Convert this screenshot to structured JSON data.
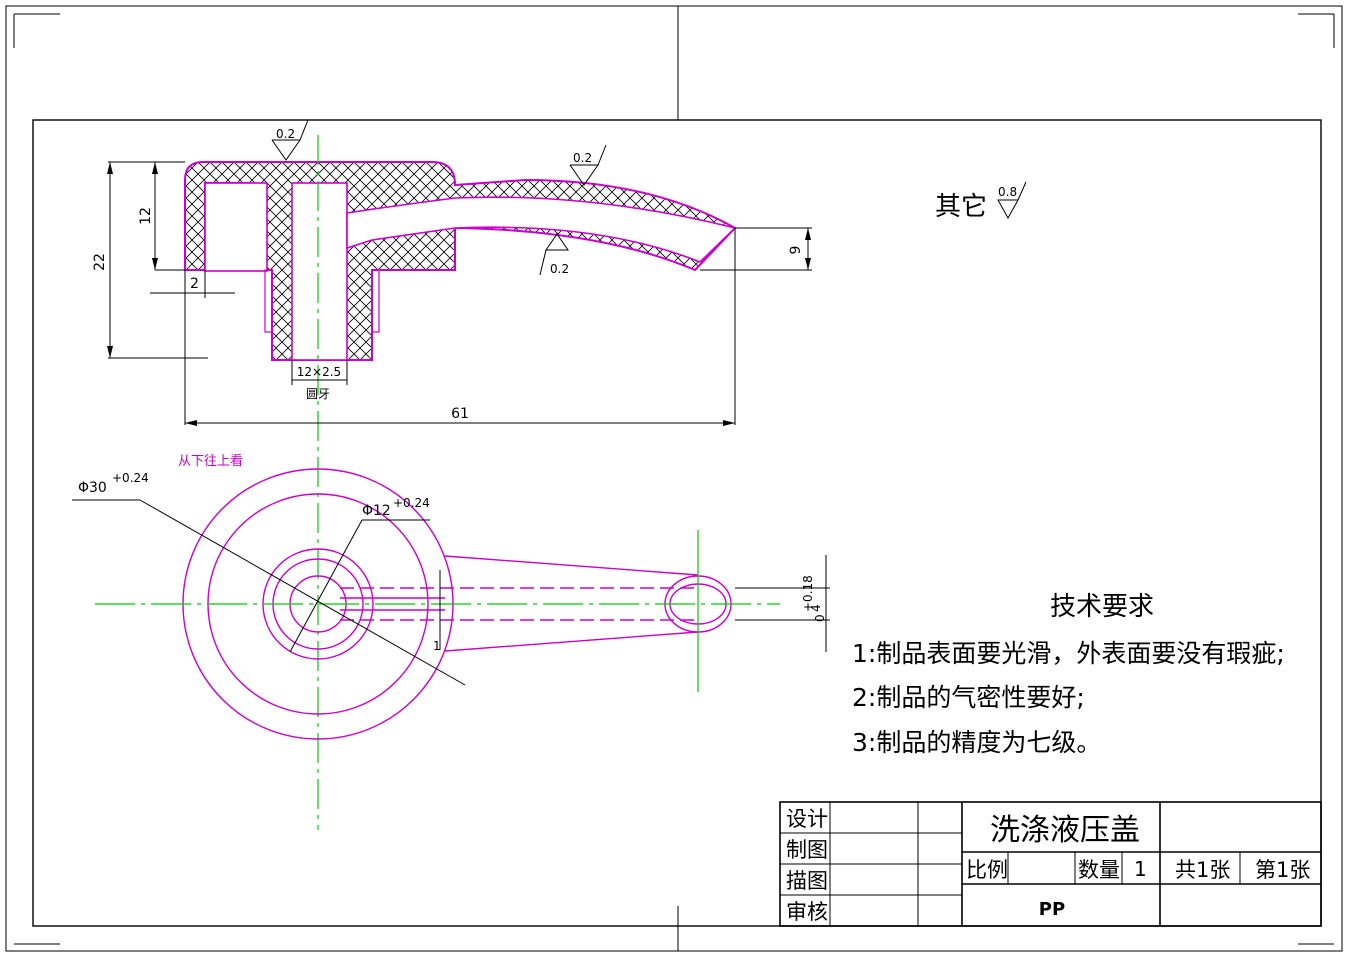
{
  "other_roughness": {
    "label": "其它",
    "value": "0.8"
  },
  "roughness_marks": [
    "0.2",
    "0.2",
    "0.2"
  ],
  "dimensions": {
    "total_height": "22",
    "inner_height": "12",
    "wall": "2",
    "tip_height": "9",
    "thread": "12×2.5",
    "thread_note": "圆牙",
    "length": "61",
    "outer_dia": "Φ30",
    "outer_tol": "+0.24",
    "inner_dia": "Φ12",
    "inner_tol": "+0.24",
    "slot_w": "1",
    "slot_h": "4",
    "slot_tol": "+0.18",
    "slot_tol2": "0"
  },
  "view_note": "从下往上看",
  "tech_req": {
    "title": "技术要求",
    "items": [
      "1:制品表面要光滑，外表面要没有瑕疵;",
      "2:制品的气密性要好;",
      "3:制品的精度为七级。"
    ]
  },
  "title_block": {
    "roles": [
      "设计",
      "制图",
      "描图",
      "审核"
    ],
    "part_name": "洗涤液压盖",
    "scale_label": "比例",
    "qty_label": "数量",
    "qty": "1",
    "sheets_total": "共1张",
    "sheet_no": "第1张",
    "material": "PP"
  },
  "colors": {
    "outline": "#cc00cc",
    "center": "#00cc00",
    "frame": "#000000"
  }
}
